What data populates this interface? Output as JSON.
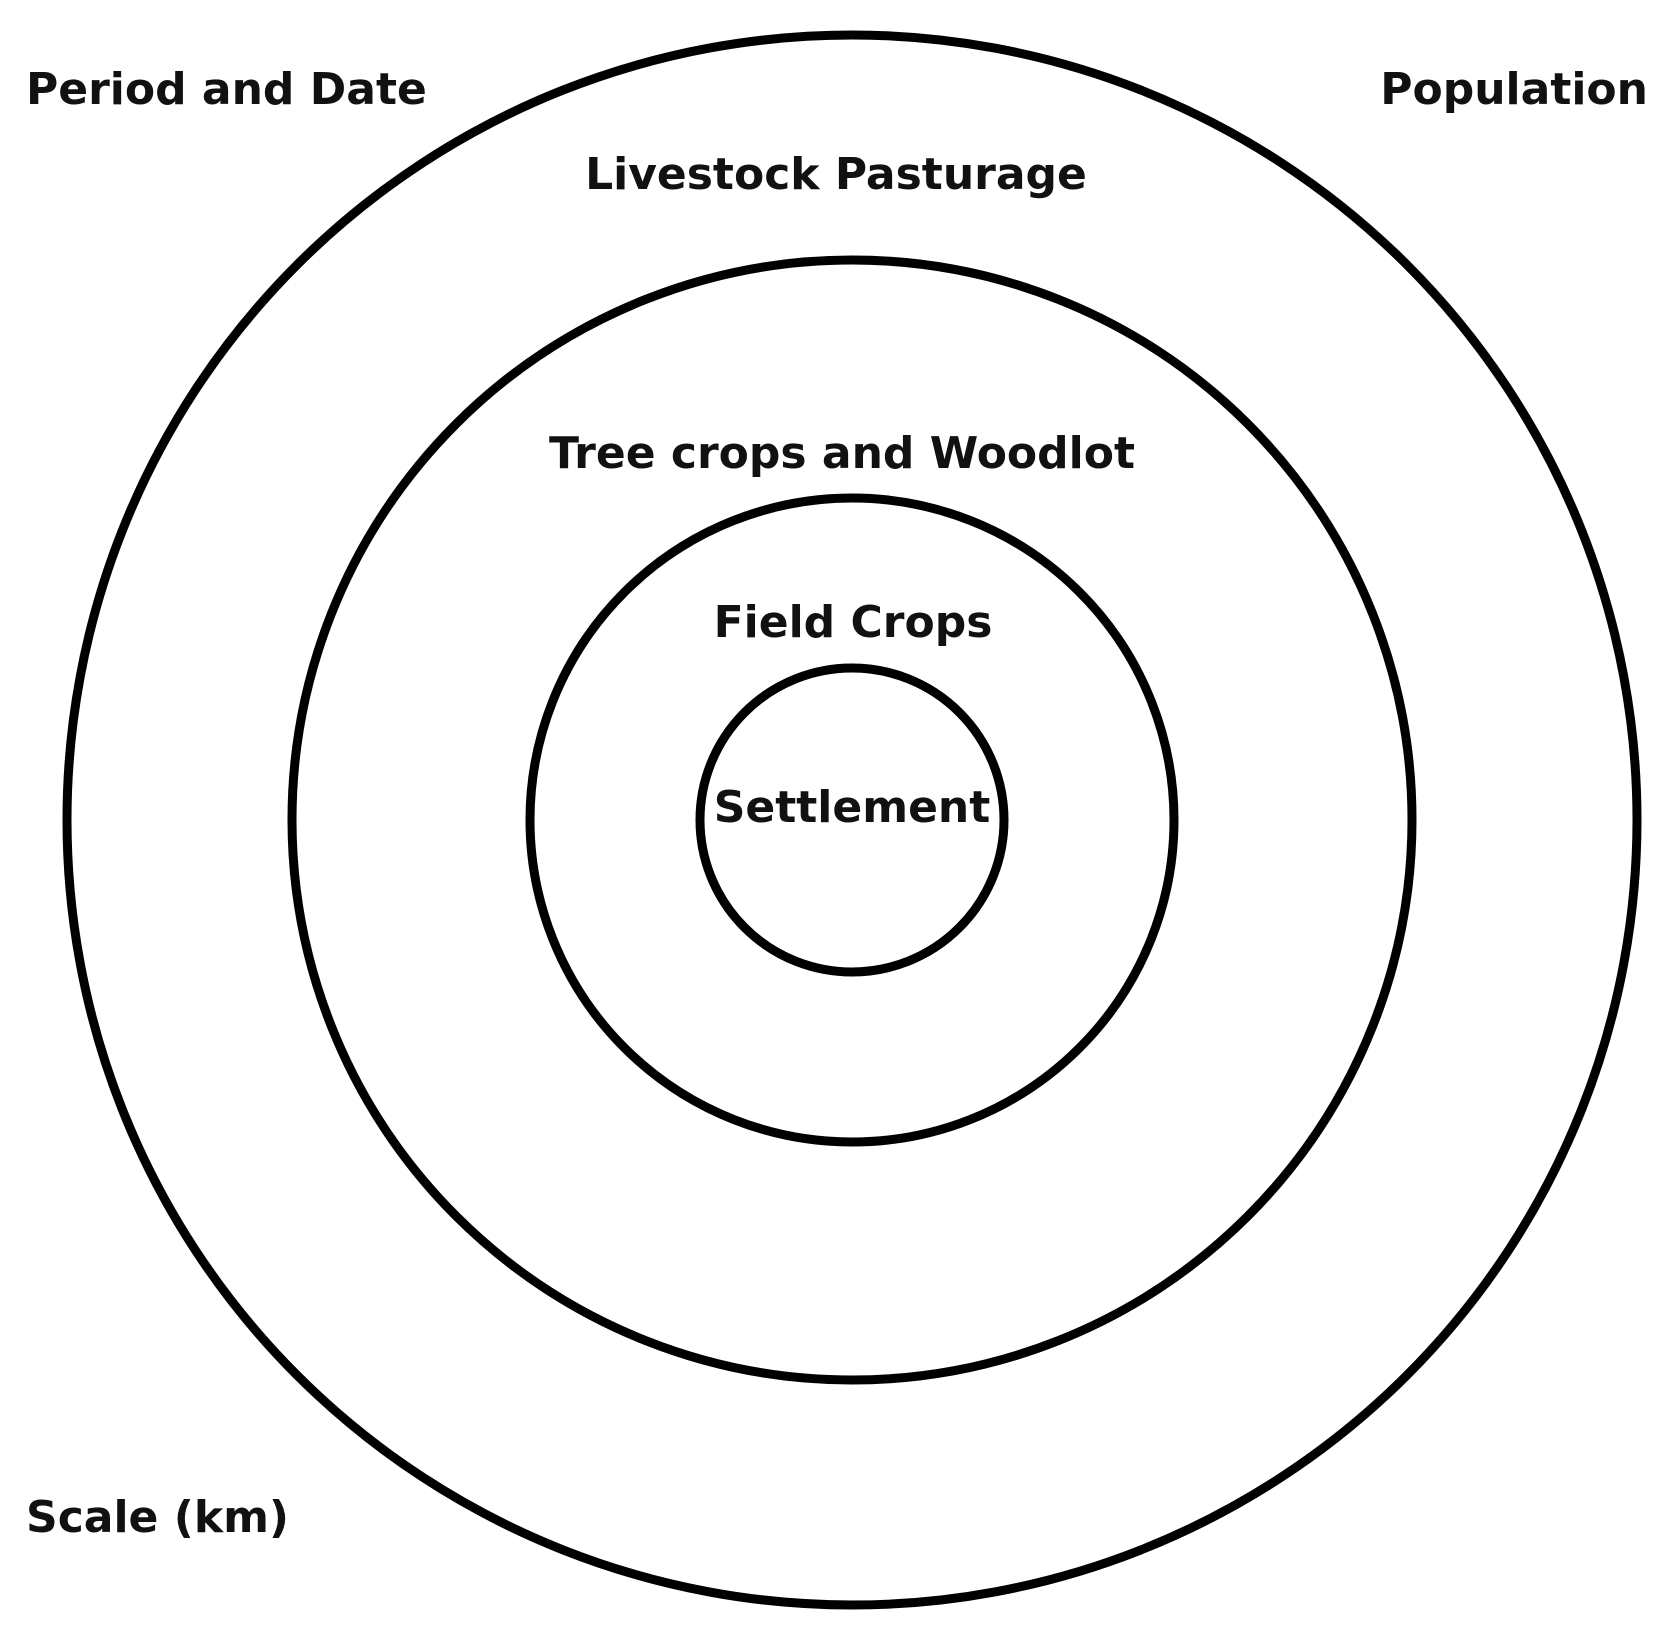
{
  "zones": {
    "outer": "Livestock Pasturage",
    "second": "Tree crops and Woodlot",
    "third": "Field Crops",
    "center": "Settlement"
  },
  "corners": {
    "top_left": "Period and Date",
    "top_right": "Population",
    "bottom_left": "Scale (km)"
  },
  "colors": {
    "ring_stroke": "#000000",
    "text": "#111111",
    "background": "#ffffff"
  }
}
